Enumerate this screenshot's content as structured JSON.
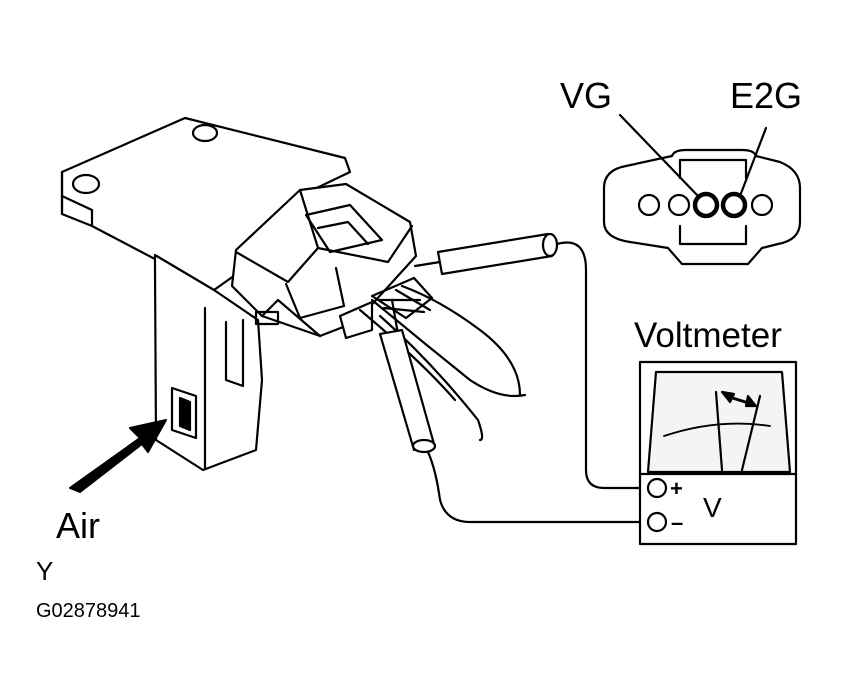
{
  "connector_terminals": {
    "vg": "VG",
    "e2g": "E2G"
  },
  "meter": {
    "title": "Voltmeter",
    "plus": "+",
    "minus": "–",
    "unit": "V"
  },
  "air_label": "Air",
  "corner_mark": "Y",
  "figure_code": "G02878941",
  "colors": {
    "ink": "#000000",
    "bg": "#ffffff",
    "meter_face": "#f4f4f4"
  }
}
